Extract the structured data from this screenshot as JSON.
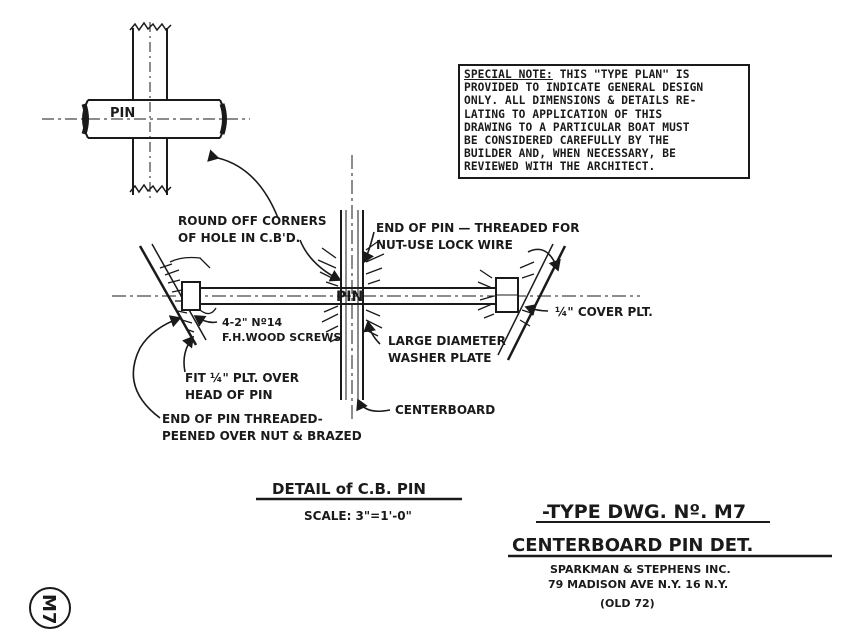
{
  "note": {
    "heading": "SPECIAL NOTE:",
    "lines": [
      " THIS \"TYPE PLAN\" IS",
      "PROVIDED TO INDICATE GENERAL DESIGN",
      "ONLY.  ALL DIMENSIONS & DETAILS RE-",
      "LATING TO APPLICATION OF THIS",
      "DRAWING TO A PARTICULAR BOAT MUST",
      "BE CONSIDERED CAREFULLY BY THE",
      "BUILDER AND, WHEN NECESSARY, BE",
      "REVIEWED WITH THE ARCHITECT."
    ]
  },
  "small_pin_label": "PIN",
  "main_pin_label": "PIN",
  "labels": {
    "round_off_1": "ROUND OFF CORNERS",
    "round_off_2": "OF HOLE IN C.B'D.",
    "end_pin_1": "END OF PIN — THREADED FOR",
    "end_pin_2": "NUT-USE LOCK WIRE",
    "cover_plate": "¼\" COVER PLT.",
    "screws_1": "4-2\" Nº14",
    "screws_2": "F.H.WOOD SCREWS",
    "washer_1": "LARGE DIAMETER",
    "washer_2": "WASHER PLATE",
    "fit_1": "FIT ¼\" PLT. OVER",
    "fit_2": "HEAD OF PIN",
    "centerboard": "CENTERBOARD",
    "peened_1": "END OF PIN THREADED-",
    "peened_2": "PEENED OVER NUT & BRAZED"
  },
  "detail_title": "DETAIL of C.B. PIN",
  "scale": "SCALE: 3\"=1'-0\"",
  "type_dwg": "-TYPE DWG. Nº. M7",
  "drawing_title": "CENTERBOARD  PIN DET.",
  "company_1": "SPARKMAN & STEPHENS INC.",
  "company_2": "79 MADISON AVE N.Y. 16 N.Y.",
  "old_ref": "(OLD 72)",
  "stamp": "M7",
  "colors": {
    "ink": "#1a1a1a",
    "paper": "#ffffff"
  }
}
